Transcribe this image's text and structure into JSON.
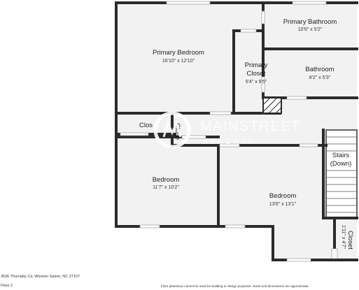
{
  "rooms": {
    "primary_bedroom": {
      "name": "Primary Bedroom",
      "dims": "16'10\" x 12'10\""
    },
    "primary_bathroom": {
      "name": "Primary Bathroom",
      "dims": "10'6\" x 5'2\""
    },
    "primary_closet": {
      "name_line1": "Primary",
      "name_line2": "Closet",
      "dims": "5'4\" x 9'5\""
    },
    "bathroom": {
      "name": "Bathroom",
      "dims": "8'2\" x 5'3\""
    },
    "closet_hall": {
      "name": "Clos"
    },
    "closet_small": {
      "name": "Close"
    },
    "stairs": {
      "name_line1": "Stairs",
      "name_line2": "(Down)"
    },
    "bedroom_left": {
      "name": "Bedroom",
      "dims": "11'7\" x 10'2\""
    },
    "bedroom_right": {
      "name": "Bedroom",
      "dims": "13'6\" x 13'1\""
    },
    "closet_right": {
      "name": "Closet",
      "dims": "1'11\" x 4'7\""
    }
  },
  "watermark": {
    "line1": "MAINSTREET",
    "line2": "RENEWAL"
  },
  "footer": {
    "address": "3536 Thornaby Cir, Winston Salem, NC 27107",
    "floor": "Floor 2",
    "disclaimer": "Floor plans/tour cannot be used for building or design purposes. Sizes and dimensions are approximate."
  },
  "colors": {
    "wall": "#2b2b2b",
    "floor": "#f2f2f2",
    "window": "#ffffff"
  }
}
